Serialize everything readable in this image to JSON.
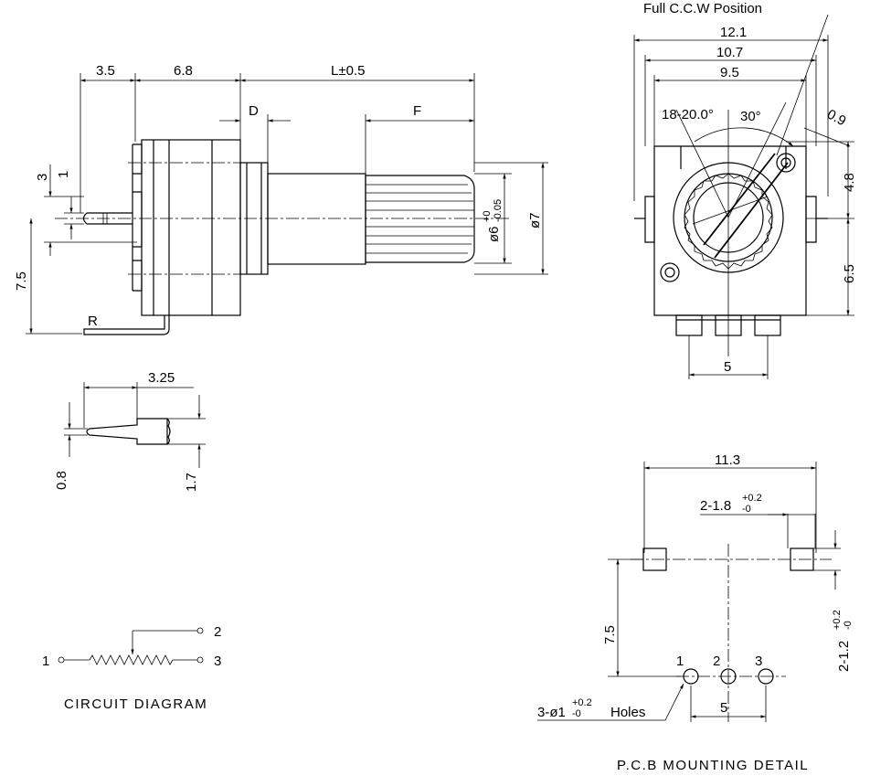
{
  "side_view": {
    "dim_3_5": "3.5",
    "dim_6_8": "6.8",
    "dim_L": "L±0.5",
    "dim_D": "D",
    "dim_F": "F",
    "dim_3": "3",
    "dim_1": "1",
    "dim_7_5": "7.5",
    "label_R": "R",
    "dim_phi6": "ø6",
    "tol_phi6_top": "+0",
    "tol_phi6_bot": "-0.05",
    "dim_phi7": "ø7"
  },
  "pin_detail": {
    "dim_3_25": "3.25",
    "dim_0_8": "0.8",
    "dim_1_7": "1.7"
  },
  "front_view": {
    "title": "Full C.C.W Position",
    "dim_12_1": "12.1",
    "dim_10_7": "10.7",
    "dim_9_5": "9.5",
    "angle_18_20": "18-20.0°",
    "angle_30": "30°",
    "dim_0_9": "0.9",
    "dim_4_8": "4.8",
    "dim_6_5": "6.5",
    "dim_5": "5"
  },
  "pcb": {
    "dim_11_3": "11.3",
    "pad_label": "2-1.8",
    "pad_tol_top": "+0.2",
    "pad_tol_bot": "-0",
    "dim_7_5": "7.5",
    "slot_label": "2-1.2",
    "slot_tol_top": "+0.2",
    "slot_tol_bot": "-0",
    "pin1": "1",
    "pin2": "2",
    "pin3": "3",
    "holes_label": "3-ø1",
    "holes_tol_top": "+0.2",
    "holes_tol_bot": "-0",
    "holes_suffix": "Holes",
    "dim_5": "5",
    "caption": "P.C.B MOUNTING DETAIL"
  },
  "circuit": {
    "term1": "1",
    "term2": "2",
    "term3": "3",
    "caption": "CIRCUIT DIAGRAM"
  }
}
